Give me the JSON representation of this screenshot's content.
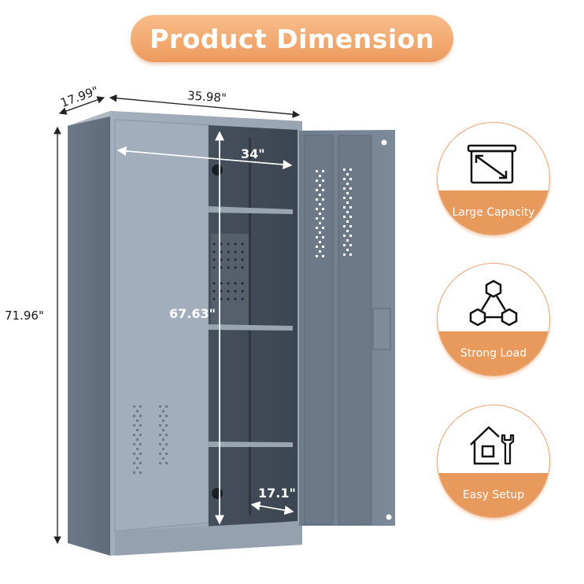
{
  "header": {
    "title": "Product Dimension",
    "accent_color": "#ef9d62"
  },
  "dimensions": {
    "depth": "17.99\"",
    "width": "35.98\"",
    "height": "71.96\"",
    "inner_width": "34\"",
    "inner_height": "67.63\"",
    "inner_depth": "17.1\""
  },
  "product": {
    "description": "Grey metal storage cabinet, right door open, 4 shelves, pegboard panel",
    "body_color": "#7c8a9a",
    "interior_color": "#4c5561"
  },
  "features": [
    {
      "label": "Large Capacity",
      "icon": "box-expand-icon"
    },
    {
      "label": "Strong Load",
      "icon": "hexagon-network-icon"
    },
    {
      "label": "Easy Setup",
      "icon": "house-wrench-icon"
    }
  ]
}
